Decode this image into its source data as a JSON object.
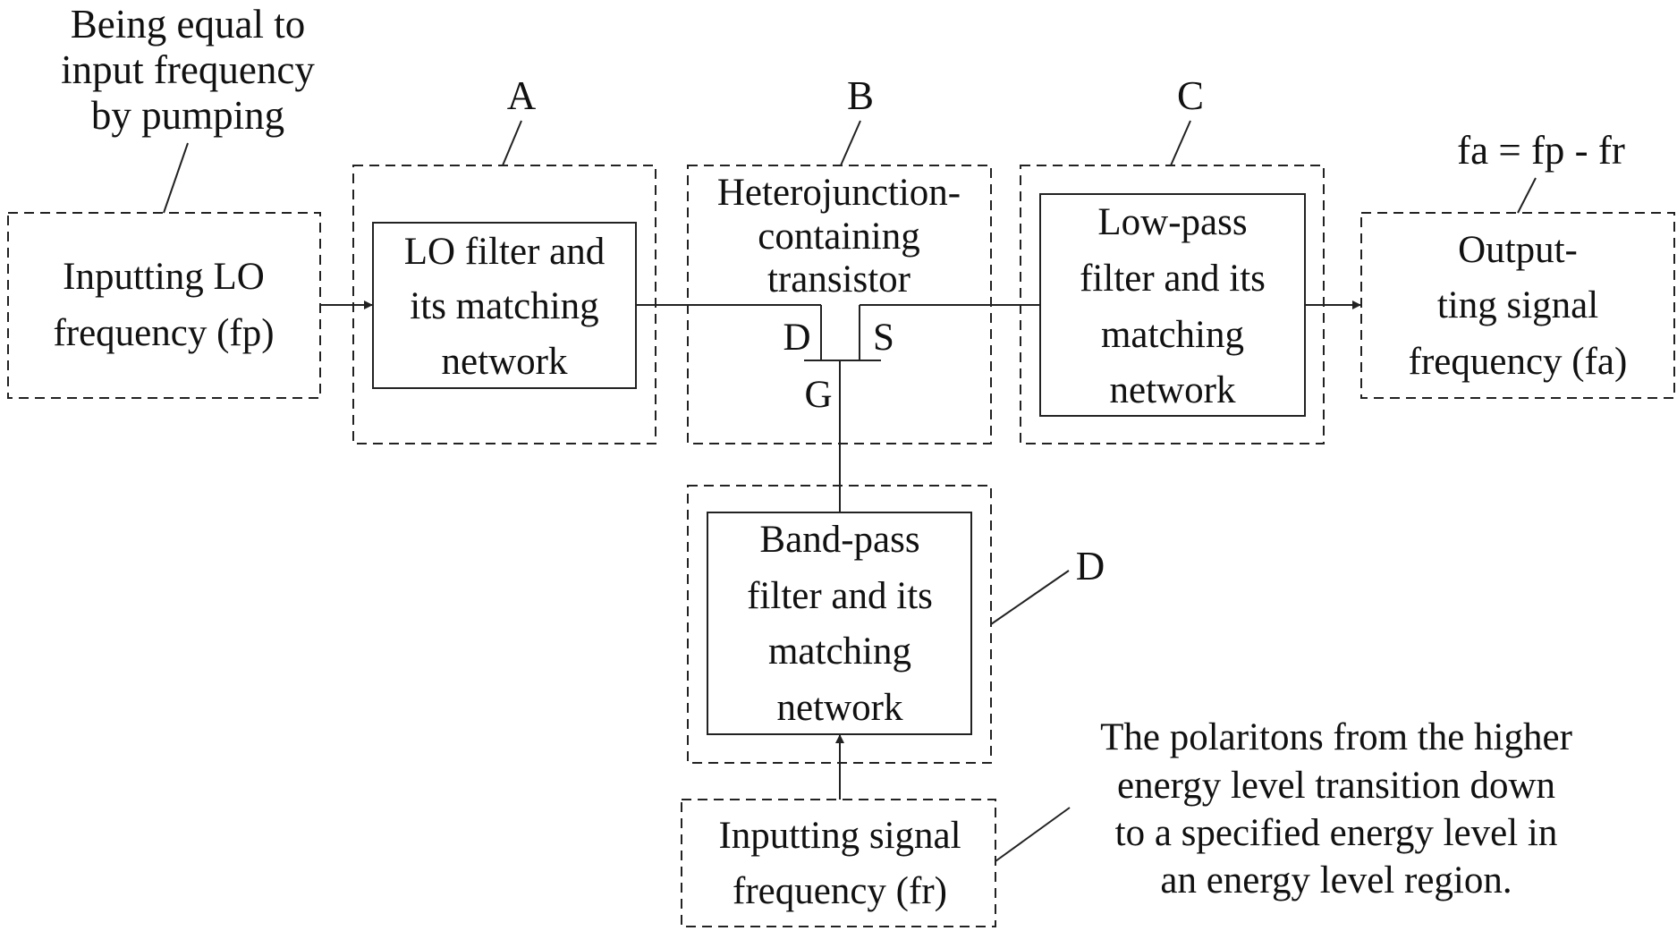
{
  "colors": {
    "line": "#222222",
    "text": "#111111",
    "background": "#ffffff"
  },
  "annotations": {
    "pumping": [
      "Being equal to",
      "input frequency",
      "by pumping"
    ],
    "fa_eq": "fa = fp - fr",
    "polaritons": [
      "The polaritons from the higher",
      "energy level transition down",
      "to a specified energy level in",
      "an energy level region."
    ]
  },
  "labels": {
    "A": "A",
    "B": "B",
    "C": "C",
    "D": "D"
  },
  "blocks": {
    "lo_input": [
      "Inputting LO",
      "frequency (fp)"
    ],
    "lo_filter": [
      "LO filter and",
      "its matching",
      "network"
    ],
    "transistor": [
      "Heterojunction-",
      "containing",
      "transistor"
    ],
    "terminals": {
      "drain": "D",
      "source": "S",
      "gate": "G"
    },
    "low_pass": [
      "Low-pass",
      "filter and its",
      "matching",
      "network"
    ],
    "output": [
      "Output-",
      "ting signal",
      "frequency (fa)"
    ],
    "band_pass": [
      "Band-pass",
      "filter and its",
      "matching",
      "network"
    ],
    "signal_input": [
      "Inputting signal",
      "frequency (fr)"
    ]
  }
}
